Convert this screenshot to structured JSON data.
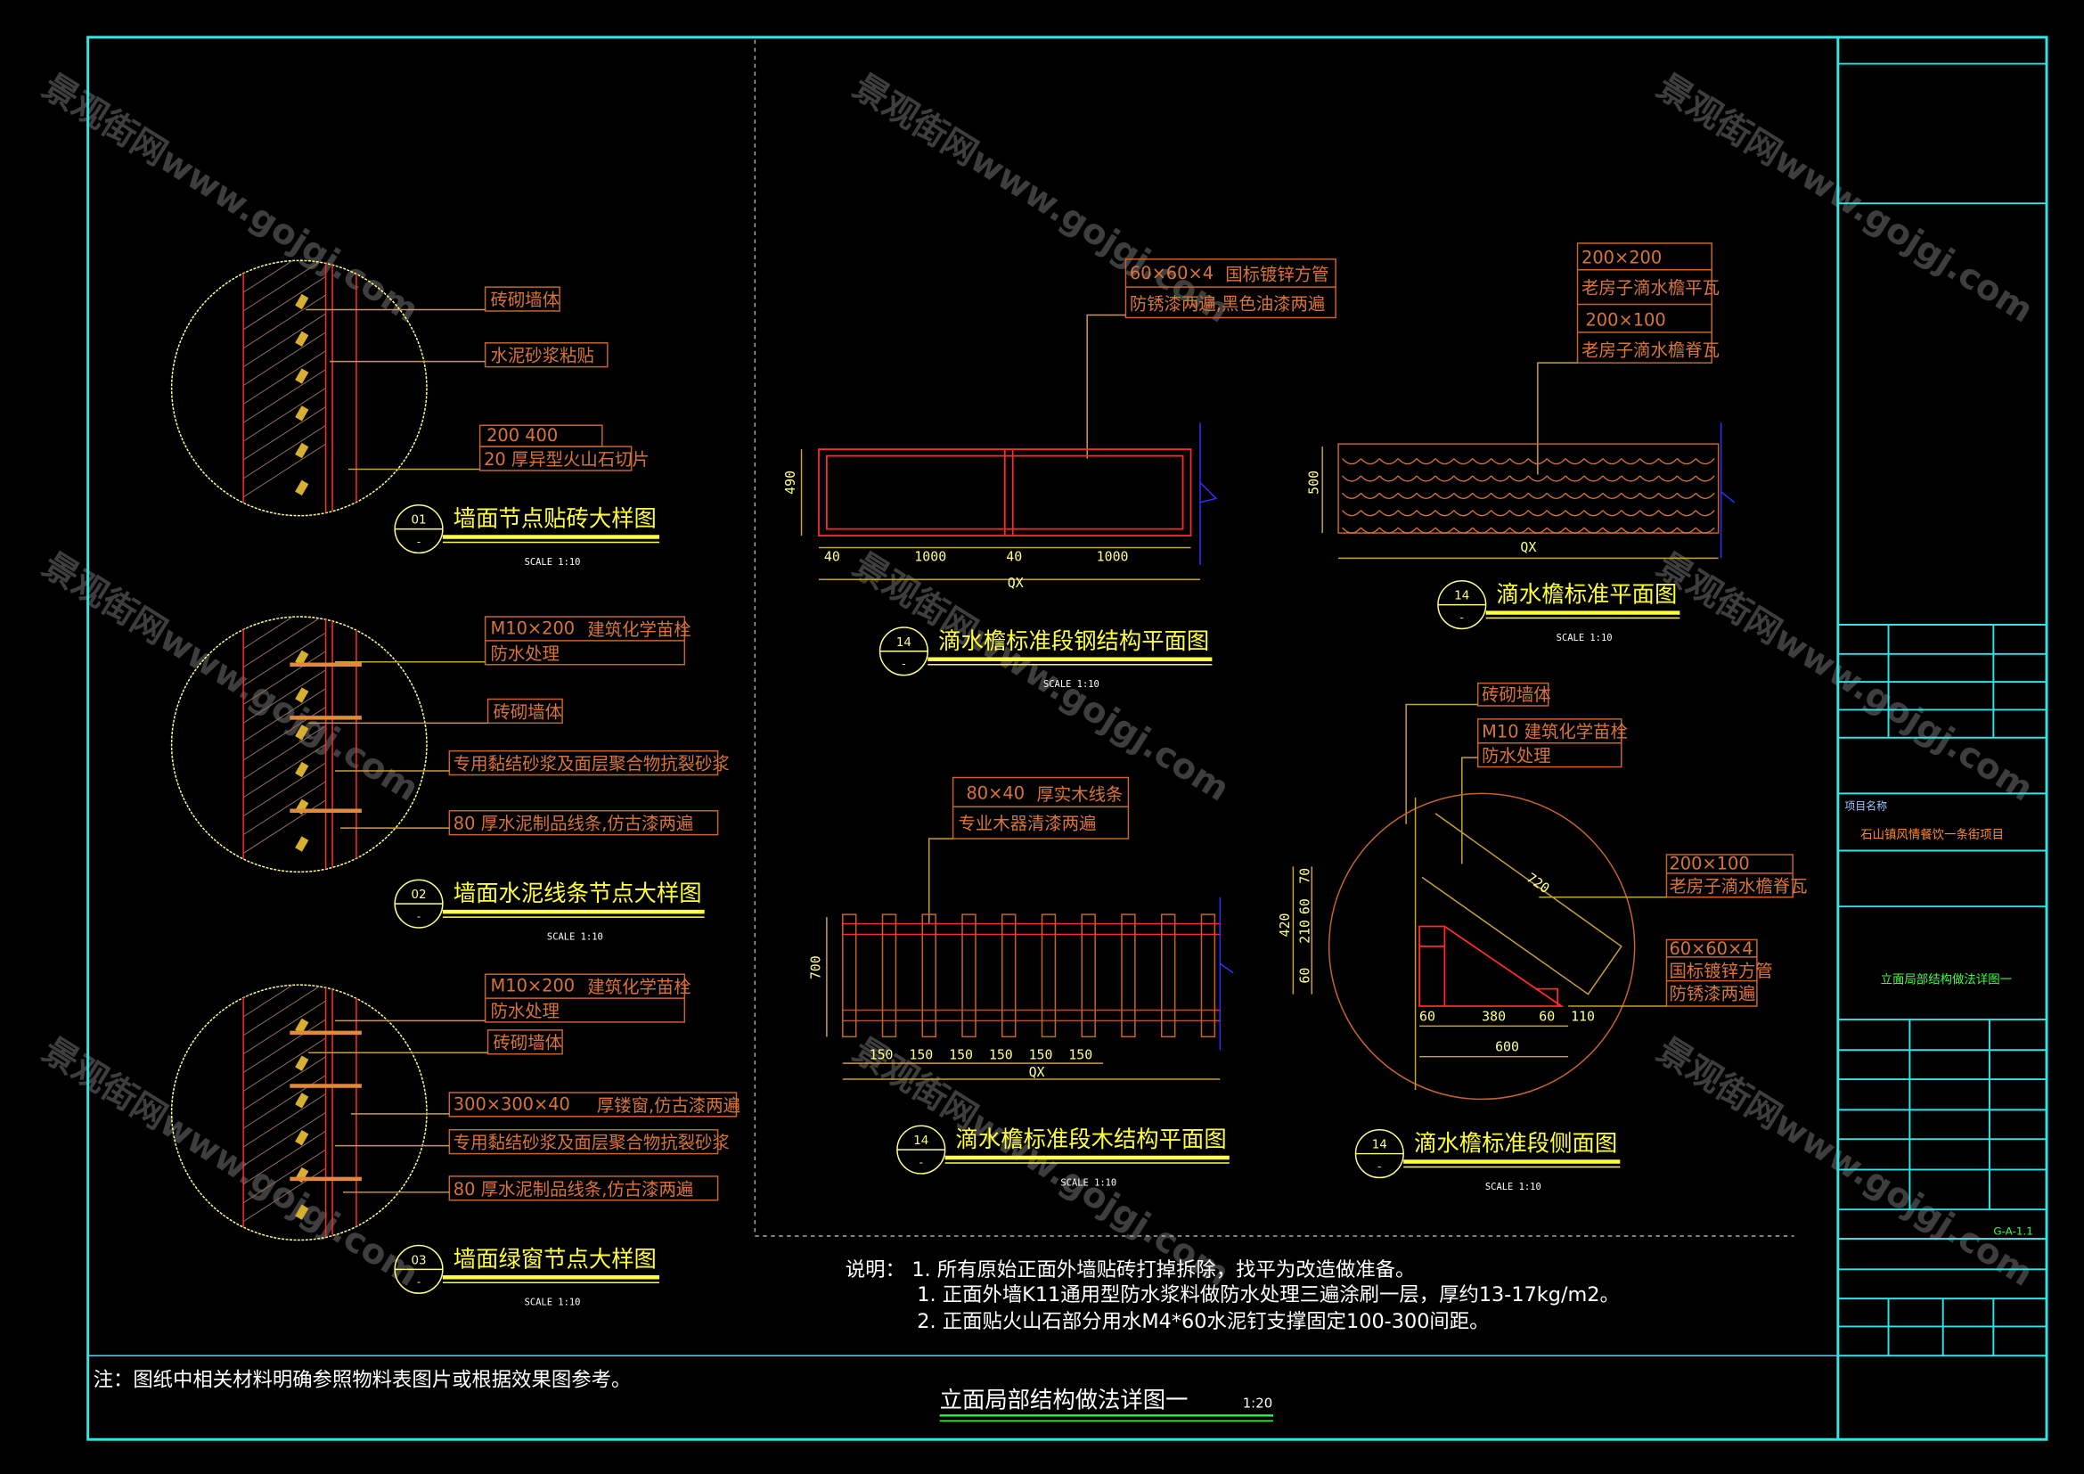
{
  "watermark": "景观街网www.gojgj.com",
  "details": {
    "d01": {
      "number": "01",
      "sub": "-",
      "title": "墙面节点贴砖大样图",
      "scale": "SCALE 1:10",
      "labels": [
        "砖砌墙体",
        "水泥砂浆粘贴",
        "200 400",
        "20 厚异型火山石切片"
      ]
    },
    "d02": {
      "number": "02",
      "sub": "-",
      "title": "墙面水泥线条节点大样图",
      "scale": "SCALE 1:10",
      "labels": [
        "M10×200",
        "建筑化学苗栓",
        "防水处理",
        "砖砌墙体",
        "专用黏结砂浆及面层聚合物抗裂砂浆",
        "80 厚水泥制品线条,仿古漆两遍"
      ]
    },
    "d03": {
      "number": "03",
      "sub": "-",
      "title": "墙面绿窗节点大样图",
      "scale": "SCALE 1:10",
      "labels": [
        "M10×200",
        "建筑化学苗栓",
        "防水处理",
        "砖砌墙体",
        "300×300×40",
        "厚镂窗,仿古漆两遍",
        "专用黏结砂浆及面层聚合物抗裂砂浆",
        "80 厚水泥制品线条,仿古漆两遍"
      ]
    },
    "steel": {
      "number": "14",
      "sub": "-",
      "title": "滴水檐标准段钢结构平面图",
      "scale": "SCALE 1:10",
      "labels": [
        "60×60×4",
        "国标镀锌方管",
        "防锈漆两遍,黑色油漆两遍"
      ],
      "dims": [
        "490",
        "40",
        "1000",
        "40",
        "1000",
        "QX"
      ]
    },
    "tile": {
      "number": "14",
      "sub": "-",
      "title": "滴水檐标准平面图",
      "scale": "SCALE 1:10",
      "labels": [
        "200×200",
        "老房子滴水檐平瓦",
        "200×100",
        "老房子滴水檐脊瓦"
      ],
      "dims": [
        "500",
        "QX"
      ]
    },
    "wood": {
      "number": "14",
      "sub": "-",
      "title": "滴水檐标准段木结构平面图",
      "scale": "SCALE 1:10",
      "labels": [
        "80×40",
        "厚实木线条",
        "专业木器清漆两遍"
      ],
      "dims": [
        "700",
        "150",
        "150",
        "150",
        "150",
        "150",
        "150",
        "QX"
      ]
    },
    "side": {
      "number": "14",
      "sub": "-",
      "title": "滴水檐标准段侧面图",
      "scale": "SCALE 1:10",
      "labels": [
        "砖砌墙体",
        "M10  建筑化学苗栓",
        "防水处理",
        "200×100",
        "老房子滴水檐脊瓦",
        "60×60×4",
        "国标镀锌方管",
        "防锈漆两遍"
      ],
      "dims": [
        "720",
        "420",
        "70",
        "60",
        "210",
        "60",
        "60",
        "380",
        "60",
        "110",
        "600"
      ]
    }
  },
  "notes": {
    "heading": "说明：",
    "items": [
      "1. 所有原始正面外墙贴砖打掉拆除，找平为改造做准备。",
      "1. 正面外墙K11通用型防水浆料做防水处理三遍涂刷一层，厚约13-17kg/m2。",
      "2. 正面贴火山石部分用水M4*60水泥钉支撑固定100-300间距。"
    ]
  },
  "footer": {
    "remark": "注：图纸中相关材料明确参照物料表图片或根据效果图参考。",
    "sheet_title": "立面局部结构做法详图一",
    "sheet_scale": "1:20"
  },
  "title_block": {
    "project_label": "项目名称",
    "project_name": "石山镇风情餐饮一条街项目",
    "drawing_name": "立面局部结构做法详图一",
    "drawing_no": "G-A-1.1"
  },
  "colors": {
    "frame": "#2ee6e6",
    "annotation": "#c8642a",
    "title": "#ffff3c",
    "steel": "#ff2a2a",
    "dimension": "#c8a03a"
  }
}
